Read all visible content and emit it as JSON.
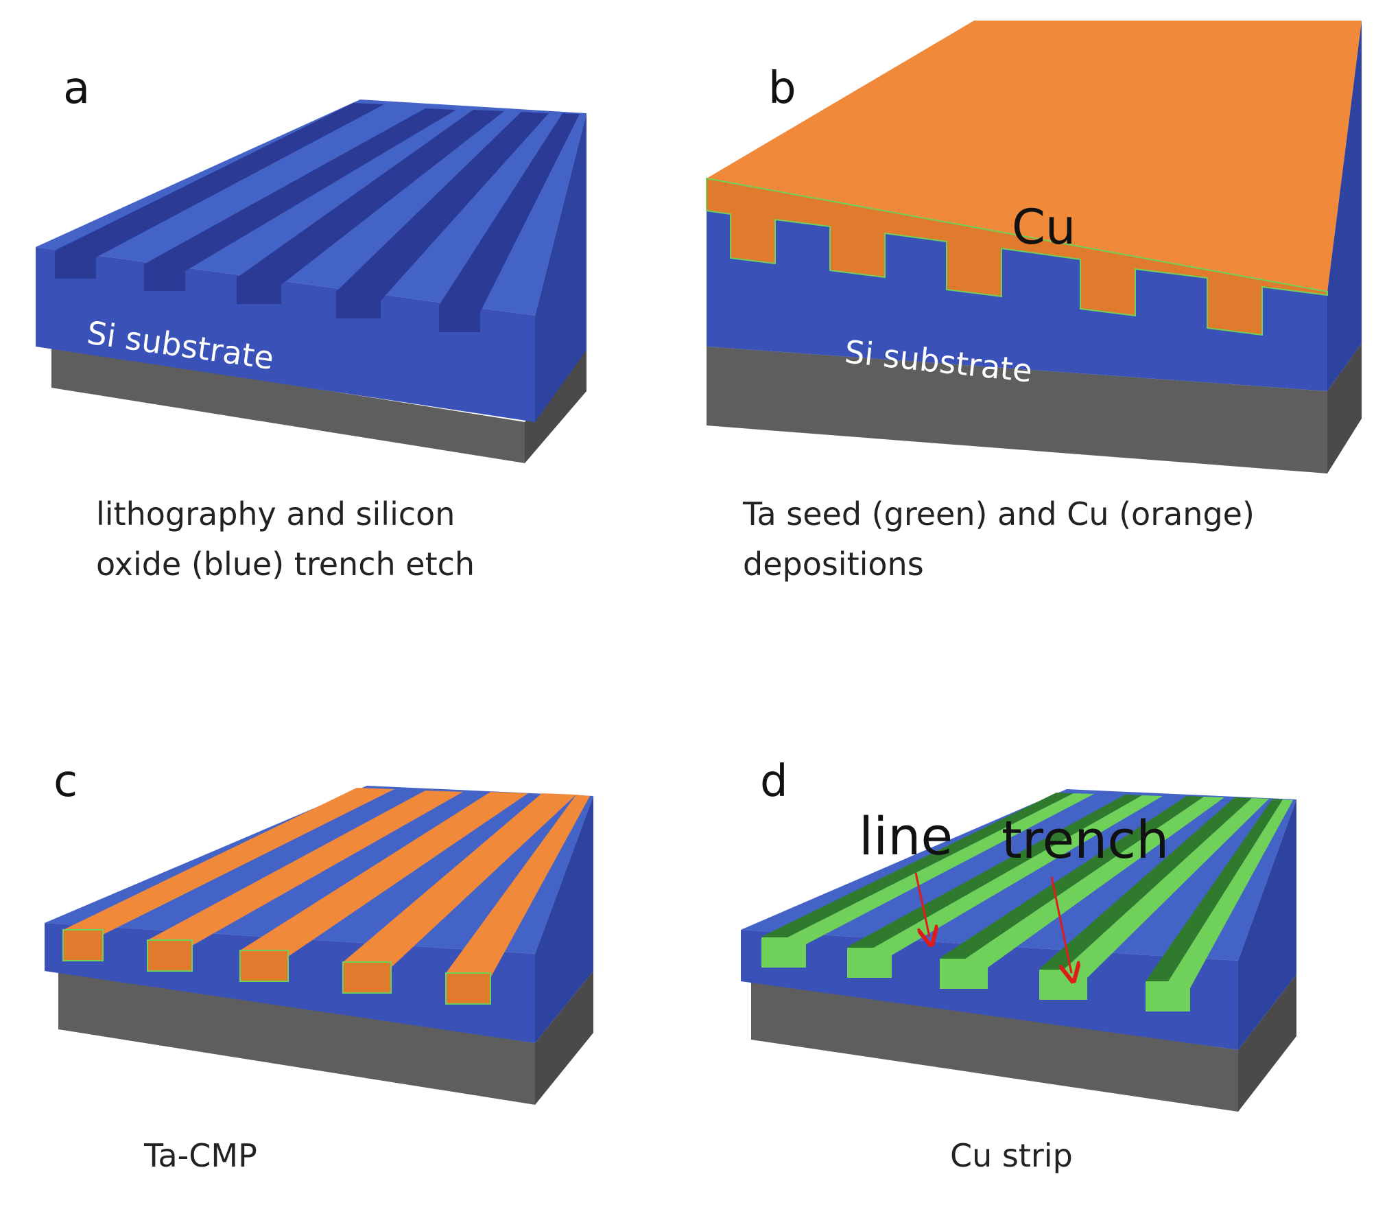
{
  "colors": {
    "oxide_top": "#4463c7",
    "oxide_front": "#3a52b8",
    "oxide_side": "#2e43a0",
    "trench_dark": "#2a3a95",
    "si_front": "#5e5e5e",
    "si_side": "#4a4a4a",
    "cu_top": "#f0893a",
    "cu_front": "#e07a2c",
    "ta_light": "#6fd05a",
    "ta_dark": "#2f7a2c",
    "arrow": "#e01b1b"
  },
  "panels": [
    {
      "letter": "a",
      "caption_lines": [
        "lithography and silicon",
        "oxide (blue) trench etch"
      ],
      "substrate_label": "Si substrate"
    },
    {
      "letter": "b",
      "caption_lines": [
        "Ta seed (green) and Cu (orange)",
        "depositions"
      ],
      "substrate_label": "Si substrate",
      "layer_label": "Cu"
    },
    {
      "letter": "c",
      "caption_lines": [
        "Ta-CMP"
      ]
    },
    {
      "letter": "d",
      "caption_lines": [
        "Cu strip"
      ],
      "annotations": [
        {
          "text": "line",
          "arrow_icon": "red-arrow-icon"
        },
        {
          "text": "trench",
          "arrow_icon": "red-arrow-icon"
        }
      ]
    }
  ]
}
